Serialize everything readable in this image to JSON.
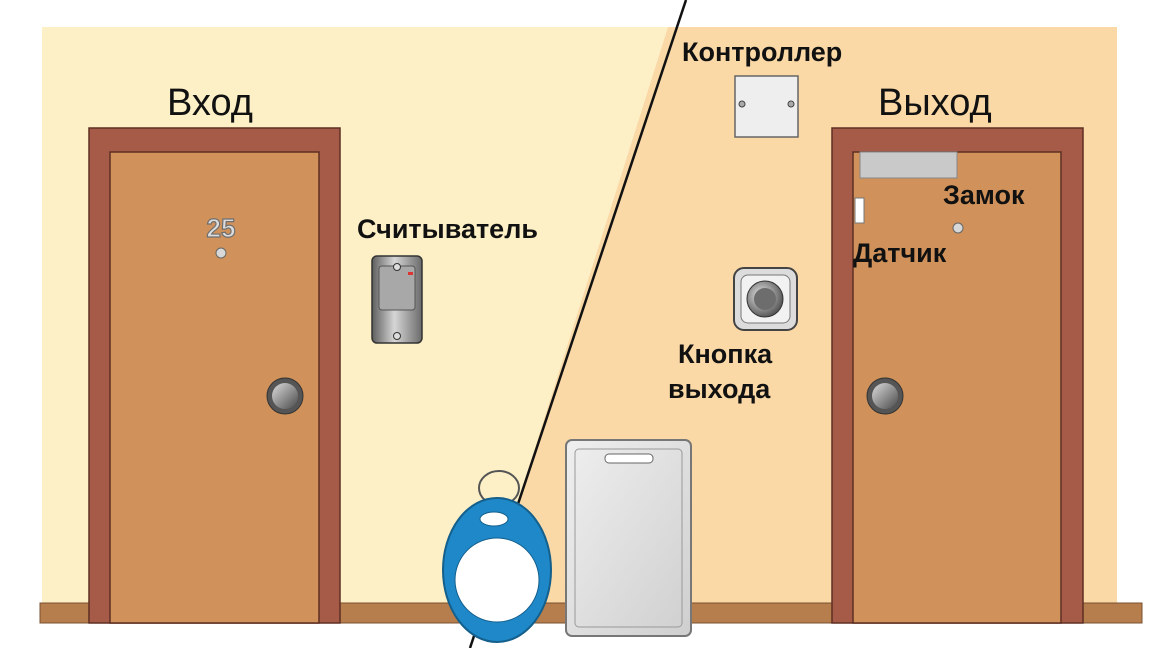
{
  "labels": {
    "entrance": "Вход",
    "exit": "Выход",
    "reader": "Считыватель",
    "controller": "Контроллер",
    "lock": "Замок",
    "sensor": "Датчик",
    "exit_button_line1": "Кнопка",
    "exit_button_line2": "выхода"
  },
  "entrance_door": {
    "number": "25"
  },
  "colors": {
    "wall_left": "#FDF0C6",
    "wall_right": "#FAD9A6",
    "door_frame": "#A65A48",
    "door_panel": "#D0925A",
    "floor": "#B57E4C",
    "keyfob": "#1E88C8"
  }
}
